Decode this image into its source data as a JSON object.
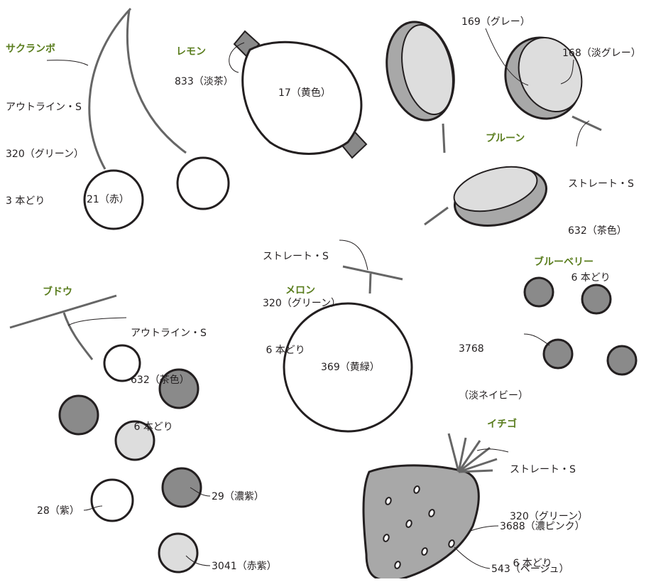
{
  "colors": {
    "title": "#5a7d1e",
    "outline": "#231f20",
    "stem": "#666666",
    "dark_fill": "#8a8a8a",
    "mid_fill": "#a8a8a8",
    "light_fill": "#dddddd"
  },
  "fruits": {
    "cherry": {
      "title": "サクランボ",
      "stem_note": [
        "アウトライン・S",
        "320（グリーン）",
        "3 本どり"
      ],
      "fruit_label": "21（赤）"
    },
    "lemon": {
      "title": "レモン",
      "tip_label": "833（淡茶）",
      "body_label": "17（黄色）"
    },
    "plum": {
      "dark_label": "169（グレー）",
      "light_label": "168（淡グレー）",
      "title": "プルーン",
      "stem_note": [
        "ストレート・S",
        "632（茶色）",
        " 6 本どり"
      ]
    },
    "melon": {
      "stem_note": [
        "ストレート・S",
        "320（グリーン）",
        " 6 本どり"
      ],
      "title": "メロン",
      "body_label": "369（黄緑）"
    },
    "blueberry": {
      "title": "ブルーベリー",
      "label": [
        "3768",
        "（淡ネイビー）"
      ]
    },
    "grape": {
      "title": "ブドウ",
      "stem_note": [
        "アウトライン・S",
        "632（茶色）",
        " 6 本どり"
      ],
      "label_white": "28（紫）",
      "label_dark": "29（濃紫）",
      "label_light": "3041（赤紫）"
    },
    "strawberry": {
      "title": "イチゴ",
      "stem_note": [
        "ストレート・S",
        "320（グリーン）",
        " 6 本どり"
      ],
      "body_label": "3688（濃ピンク）",
      "seed_label": "543（ベージュ）"
    }
  }
}
